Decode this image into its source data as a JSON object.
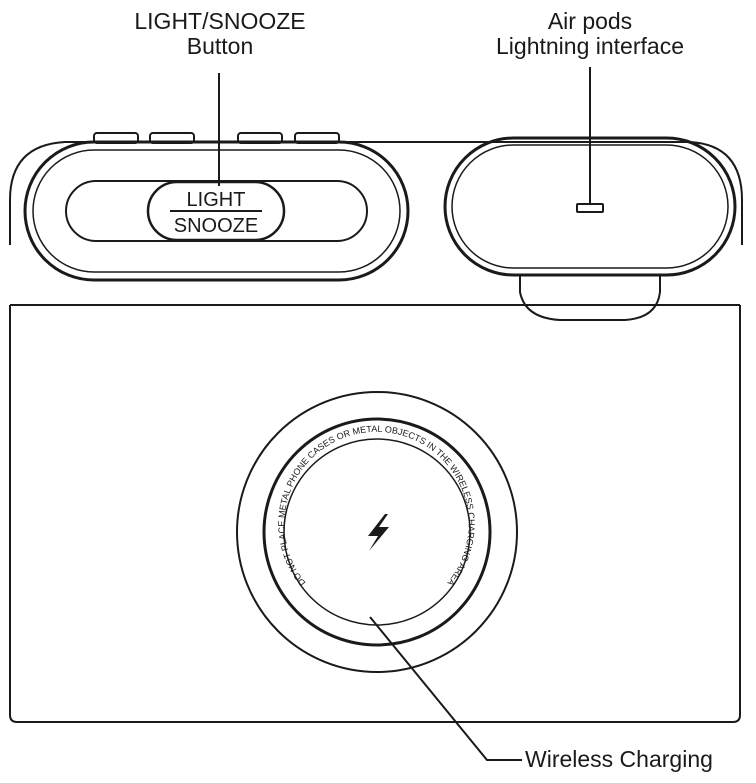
{
  "callouts": {
    "light_snooze": {
      "line1": "LIGHT/SNOOZE",
      "line2": "Button"
    },
    "airpods": {
      "line1": "Air pods",
      "line2": "Lightning interface"
    },
    "wireless": "Wireless Charging"
  },
  "button_face": {
    "top": "LIGHT",
    "bottom": "SNOOZE"
  },
  "ring_warning": "DO NOT PLACE METAL PHONE CASES OR METAL OBJECTS IN THE WIRELESS CHARGING AREA",
  "icons": {
    "charging": "lightning-bolt-icon"
  },
  "colors": {
    "stroke": "#1a1a1a",
    "background": "#ffffff"
  }
}
